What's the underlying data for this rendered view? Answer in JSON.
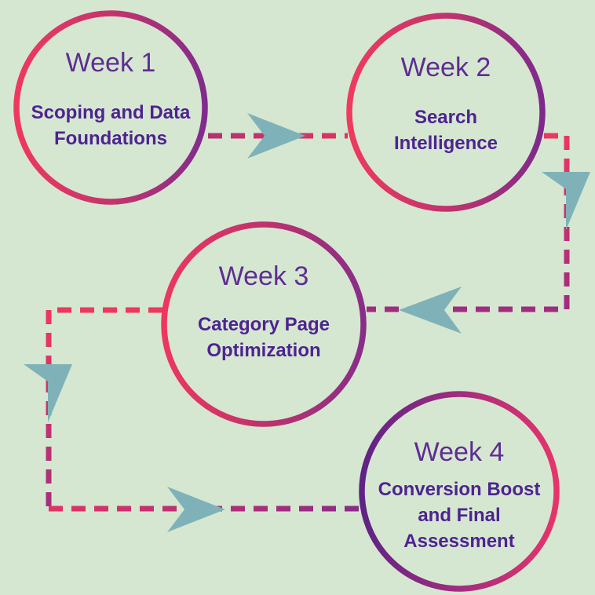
{
  "diagram": {
    "type": "process-flow",
    "background_color": "#d5e7d1",
    "palette": {
      "ring_pink": "#ef3a5f",
      "ring_purple": "#7c2a8c",
      "ring_deep_purple": "#5c2385",
      "dash_crimson": "#d8336a",
      "dash_magenta": "#a02c80",
      "arrow_teal": "#7fb2b8",
      "week_text": "#5e2d92",
      "subtitle_text": "#4e2391"
    },
    "steps": [
      {
        "week": "Week 1",
        "lines": [
          "Scoping and Data",
          "Foundations"
        ]
      },
      {
        "week": "Week 2",
        "lines": [
          "Search",
          "Intelligence"
        ]
      },
      {
        "week": "Week 3",
        "lines": [
          "Category Page",
          "Optimization"
        ]
      },
      {
        "week": "Week 4",
        "lines": [
          "Conversion Boost",
          "and Final",
          "Assessment"
        ]
      }
    ],
    "flow_order": [
      "Week 1",
      "Week 2",
      "Week 3",
      "Week 4"
    ]
  }
}
